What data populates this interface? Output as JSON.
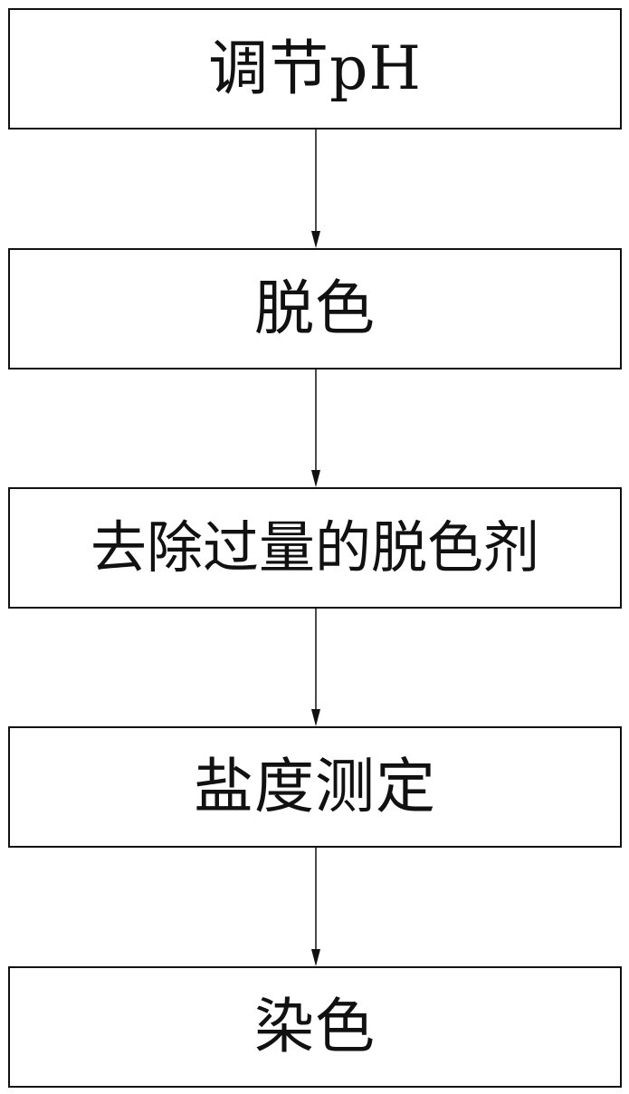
{
  "flowchart": {
    "steps": [
      {
        "label": "调节pH"
      },
      {
        "label": "脱色"
      },
      {
        "label": "去除过量的脱色剂"
      },
      {
        "label": "盐度测定"
      },
      {
        "label": "染色"
      }
    ]
  },
  "colors": {
    "stroke": "#111111",
    "background": "#ffffff"
  }
}
